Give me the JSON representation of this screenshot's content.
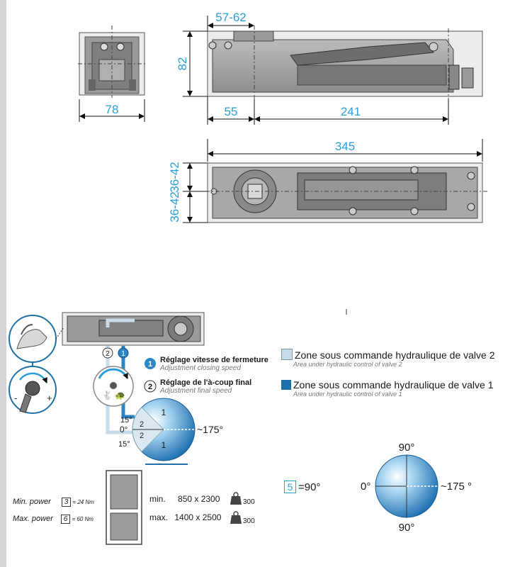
{
  "dimensions": {
    "d1": "57-62",
    "d2": "82",
    "d3": "78",
    "d4": "55",
    "d5": "241",
    "d6": "345",
    "d7": "36-42",
    "d8": "36-42"
  },
  "legend": {
    "item1_title": "Réglage vitesse de fermeture",
    "item1_sub": "Adjustment closing speed",
    "item1_num": "1",
    "item2_title": "Réglage de l'à-coup final",
    "item2_sub": "Adjustment final speed",
    "item2_num": "2",
    "zone2_title": "Zone sous commande hydraulique de valve 2",
    "zone2_sub": "Area under hydraulic control of valve 2",
    "zone1_title": "Zone sous commande hydraulique de valve 1",
    "zone1_sub": "Area under hydraulic control of valve 1",
    "zone2_color": "#c9dbe9",
    "zone1_color": "#1f6fa8"
  },
  "valve_diagram": {
    "valve_num_1": "1",
    "valve_num_2": "2",
    "zone_1_top": "1",
    "zone_1_bottom": "1",
    "zone_2_top": "2",
    "zone_2_bottom": "2",
    "angle_15_top": "15°",
    "angle_0": "0°",
    "angle_15_bottom": "15°",
    "angle_175": "~175°",
    "plus": "+",
    "minus": "-"
  },
  "power": {
    "min_label": "Min. power",
    "min_code": "3",
    "min_value": "= 24 Nm",
    "max_label": "Max. power",
    "max_code": "6",
    "max_value": "= 60 Nm",
    "min_size_label": "min.",
    "min_size": "850 x 2300",
    "max_size_label": "max.",
    "max_size": "1400 x 2500",
    "weight_min": "300",
    "weight_max": "300"
  },
  "opening": {
    "code": "5",
    "code_value": "=90°",
    "angle_top": "90°",
    "angle_bottom": "90°",
    "angle_left": "0°",
    "angle_right": "~175 °"
  },
  "colors": {
    "dimension": "#2a9fd6",
    "sphere_light": "#bfe0f5",
    "sphere_dark": "#1e73b8"
  }
}
